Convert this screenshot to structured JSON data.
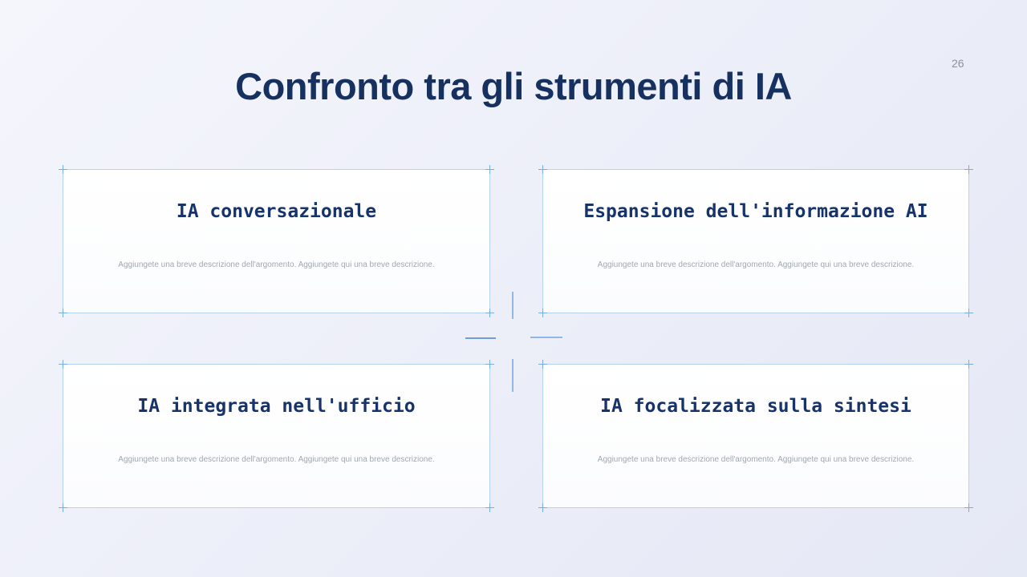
{
  "slide": {
    "page_number": "26",
    "title": "Confronto tra gli strumenti di IA",
    "cards": [
      {
        "title": "IA conversazionale",
        "description": "Aggiungete una breve descrizione dell'argomento. Aggiungete qui una breve descrizione."
      },
      {
        "title": "Espansione dell'informazione AI",
        "description": "Aggiungete una breve descrizione dell'argomento. Aggiungete qui una breve descrizione."
      },
      {
        "title": "IA integrata nell'ufficio",
        "description": "Aggiungete una breve descrizione dell'argomento. Aggiungete qui una breve descrizione."
      },
      {
        "title": "IA focalizzata sulla sintesi",
        "description": "Aggiungete una breve descrizione dell'argomento. Aggiungete qui una breve descrizione."
      }
    ],
    "colors": {
      "title_text": "#16315f",
      "card_title_text": "#17336b",
      "description_text": "#a2a6b0",
      "card_border": "#b5d2ee",
      "selection_handle": "#78aee4",
      "background_start": "#f5f6fc",
      "background_end": "#e5e8f5"
    }
  }
}
